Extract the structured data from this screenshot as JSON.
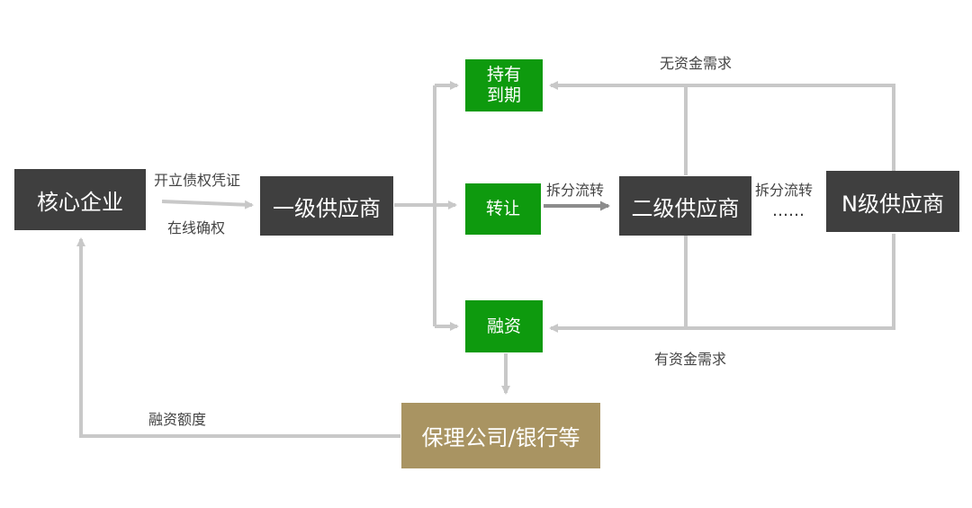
{
  "nodes": {
    "core_enterprise": "核心企业",
    "tier1_supplier": "一级供应商",
    "hold_to_maturity": "持有\n到期",
    "transfer": "转让",
    "financing": "融资",
    "tier2_supplier": "二级供应商",
    "tierN_supplier": "N级供应商",
    "factoring_bank": "保理公司/银行等"
  },
  "labels": {
    "issue_credential": "开立债权凭证",
    "online_confirm": "在线确权",
    "split_transfer_1": "拆分流转",
    "split_transfer_2": "拆分流转",
    "ellipsis": "……",
    "no_funding_need": "无资金需求",
    "funding_need": "有资金需求",
    "financing_quota": "融资额度"
  },
  "colors": {
    "dark_box": "#3f3f3f",
    "green_box": "#0e9a0e",
    "gold_box": "#a99462",
    "connector": "#c8c8c8",
    "dark_arrow": "#8c8c8c"
  }
}
